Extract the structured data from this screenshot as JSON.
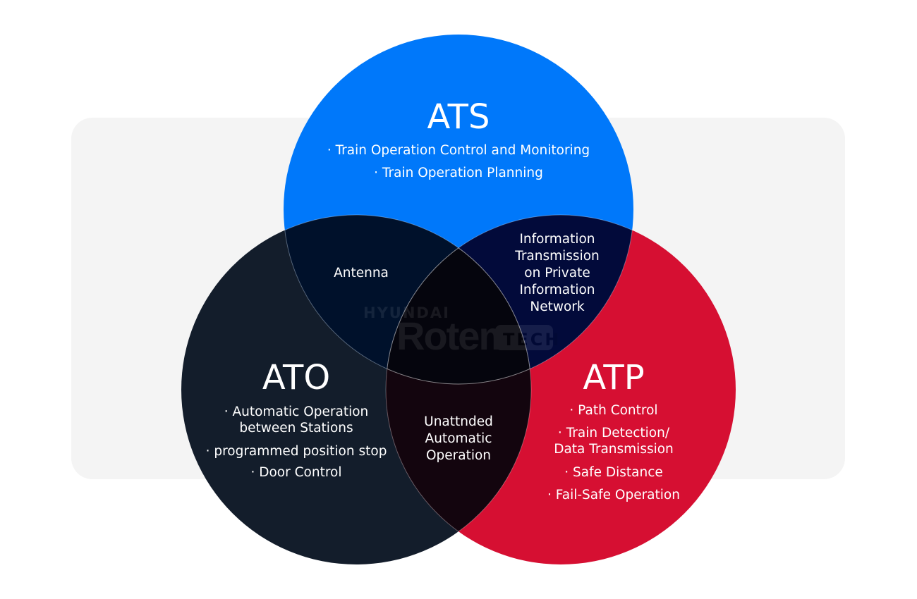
{
  "colors": {
    "ats": "#0078fa",
    "ato": "#131d2b",
    "atp": "#d60f32",
    "ats_ato": "#00112b",
    "ats_atp": "#020a3a",
    "ato_atp": "#13050e",
    "center": "#05050d",
    "background_panel": "#f4f4f4"
  },
  "logo": {
    "line1": "HYUNDAI",
    "line2": "Rotem",
    "badge": "TECH"
  },
  "ats": {
    "title": "ATS",
    "items": [
      "· Train Operation Control and Monitoring",
      "· Train Operation Planning"
    ]
  },
  "ato": {
    "title": "ATO",
    "items": [
      "· Automatic Operation",
      "between Stations",
      "· programmed position stop",
      "· Door Control"
    ]
  },
  "atp": {
    "title": "ATP",
    "items": [
      "· Path Control",
      "· Train Detection/",
      "Data Transmission",
      "· Safe Distance",
      "· Fail-Safe Operation"
    ]
  },
  "overlaps": {
    "ats_ato": [
      "Antenna"
    ],
    "ats_atp": [
      "Information",
      "Transmission",
      "on Private",
      "Information",
      "Network"
    ],
    "ato_atp": [
      "Unattnded",
      "Automatic",
      "Operation"
    ]
  }
}
